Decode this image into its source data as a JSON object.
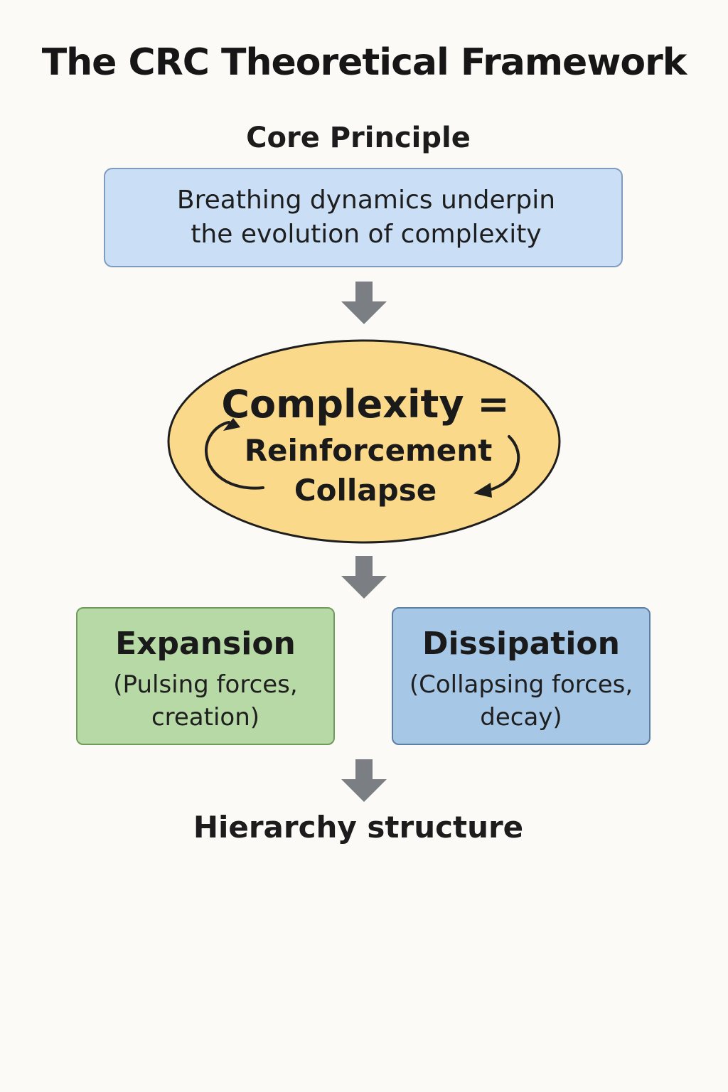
{
  "title": "The CRC Theoretical Framework",
  "core": {
    "label": "Core Principle",
    "text": "Breathing dynamics underpin the evolution of complexity"
  },
  "equation": {
    "line1": "Complexity =",
    "line2": "Reinforcement",
    "line3": "Collapse"
  },
  "expansion": {
    "heading": "Expansion",
    "description": "(Pulsing forces, creation)"
  },
  "dissipation": {
    "heading": "Dissipation",
    "description": "(Collapsing forces, decay)"
  },
  "outcome": "Hierarchy structure",
  "colors": {
    "core_box": "#cadff6",
    "ellipse": "#fbd98b",
    "expansion_box": "#b6d9a5",
    "dissipation_box": "#a6c8e6",
    "arrow": "#7b7e82"
  }
}
